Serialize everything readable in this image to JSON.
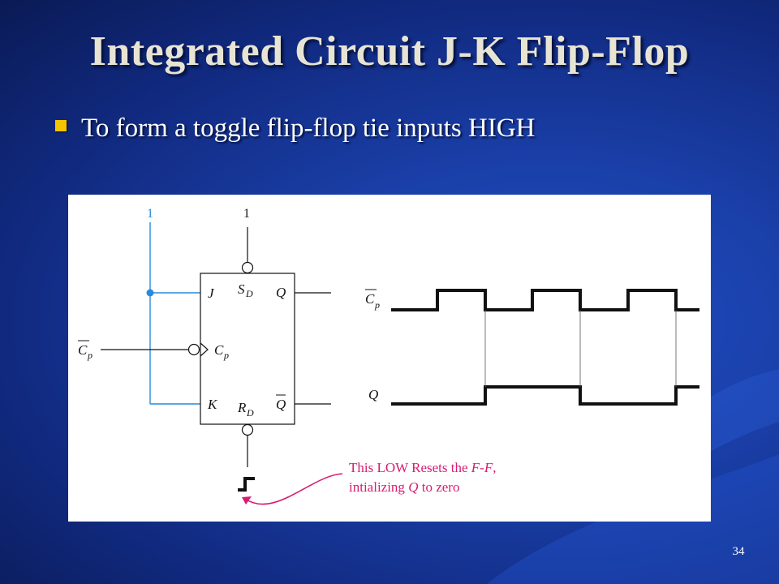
{
  "slide": {
    "title": "Integrated Circuit J-K Flip-Flop",
    "bullet": "To form a toggle flip-flop tie inputs HIGH",
    "number": "34"
  },
  "diagram": {
    "logic_high_j_k": "1",
    "logic_high_sd": "1",
    "pin_j": "J",
    "pin_k": "K",
    "pin_cp": "C",
    "pin_cp_sub": "p",
    "pin_sd": "S",
    "pin_sd_sub": "D",
    "pin_rd": "R",
    "pin_rd_sub": "D",
    "pin_q": "Q",
    "pin_qbar": "Q",
    "clock_input": "C",
    "clock_input_sub": "p",
    "wave_clock_label": "C",
    "wave_clock_label_sub": "p",
    "wave_q_label": "Q",
    "note_line1_a": "This LOW Resets the ",
    "note_line1_b": "F-F",
    "note_line1_c": ",",
    "note_line2_a": "intializing ",
    "note_line2_b": "Q",
    "note_line2_c": " to zero"
  },
  "colors": {
    "background": "#1a3fa8",
    "title": "#e8e4d4",
    "bullet_marker": "#f5c400",
    "wire_high": "#2a8ad8",
    "annotation": "#d81b72"
  }
}
